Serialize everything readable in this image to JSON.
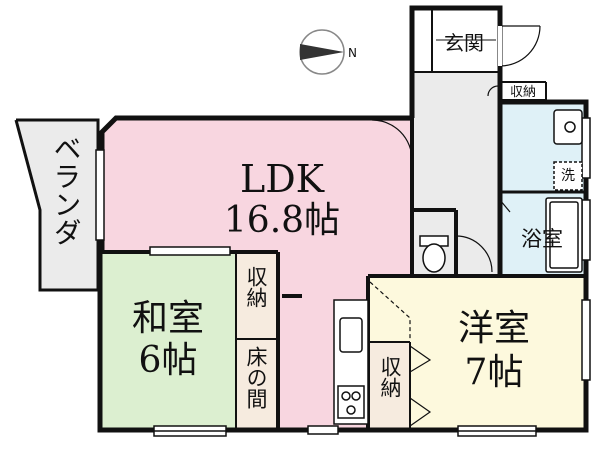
{
  "compass": {
    "label": "N"
  },
  "rooms": {
    "ldk": {
      "name": "LDK",
      "size": "16.8帖",
      "color": "#f8d6e0"
    },
    "washitsu": {
      "name": "和室",
      "size": "6帖",
      "color": "#dcefd0"
    },
    "youshitsu": {
      "name": "洋室",
      "size": "7帖",
      "color": "#fdf9dd"
    },
    "bath": {
      "name": "浴室",
      "color": "#dff1f7"
    },
    "washroom": {
      "color": "#dff1f7"
    },
    "entrance": {
      "name": "玄関"
    },
    "veranda": {
      "name": "ベランダ",
      "color": "#ebebeb"
    },
    "hall": {
      "color": "#ebebeb"
    },
    "storage_color": "#f6ebdf"
  },
  "labels": {
    "storage_entry": "収納",
    "storage_washitsu": "収納",
    "tokonoma": "床の間",
    "storage_youshitsu": "収納",
    "washer": "洗"
  }
}
